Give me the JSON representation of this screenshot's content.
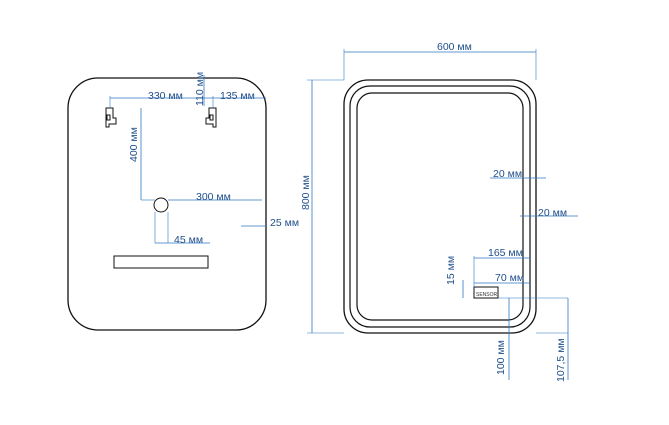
{
  "back_view": {
    "dims": {
      "hook_spacing": "330 мм",
      "hook_height": "110 мм",
      "hook_edge": "135 мм",
      "hook_to_socket": "400 мм",
      "socket_edge": "300 мм",
      "side_depth": "25 мм",
      "socket_offset": "45 мм"
    }
  },
  "front_view": {
    "dims": {
      "width": "600 мм",
      "height": "800 мм",
      "frame_top": "20 мм",
      "frame_side": "20 мм",
      "sensor_edge": "165 мм",
      "sensor_height": "15 мм",
      "sensor_width": "70 мм",
      "sensor_bottom": "100 мм",
      "bottom_offset": "107,5 мм"
    },
    "sensor_label": "SENSOR"
  }
}
